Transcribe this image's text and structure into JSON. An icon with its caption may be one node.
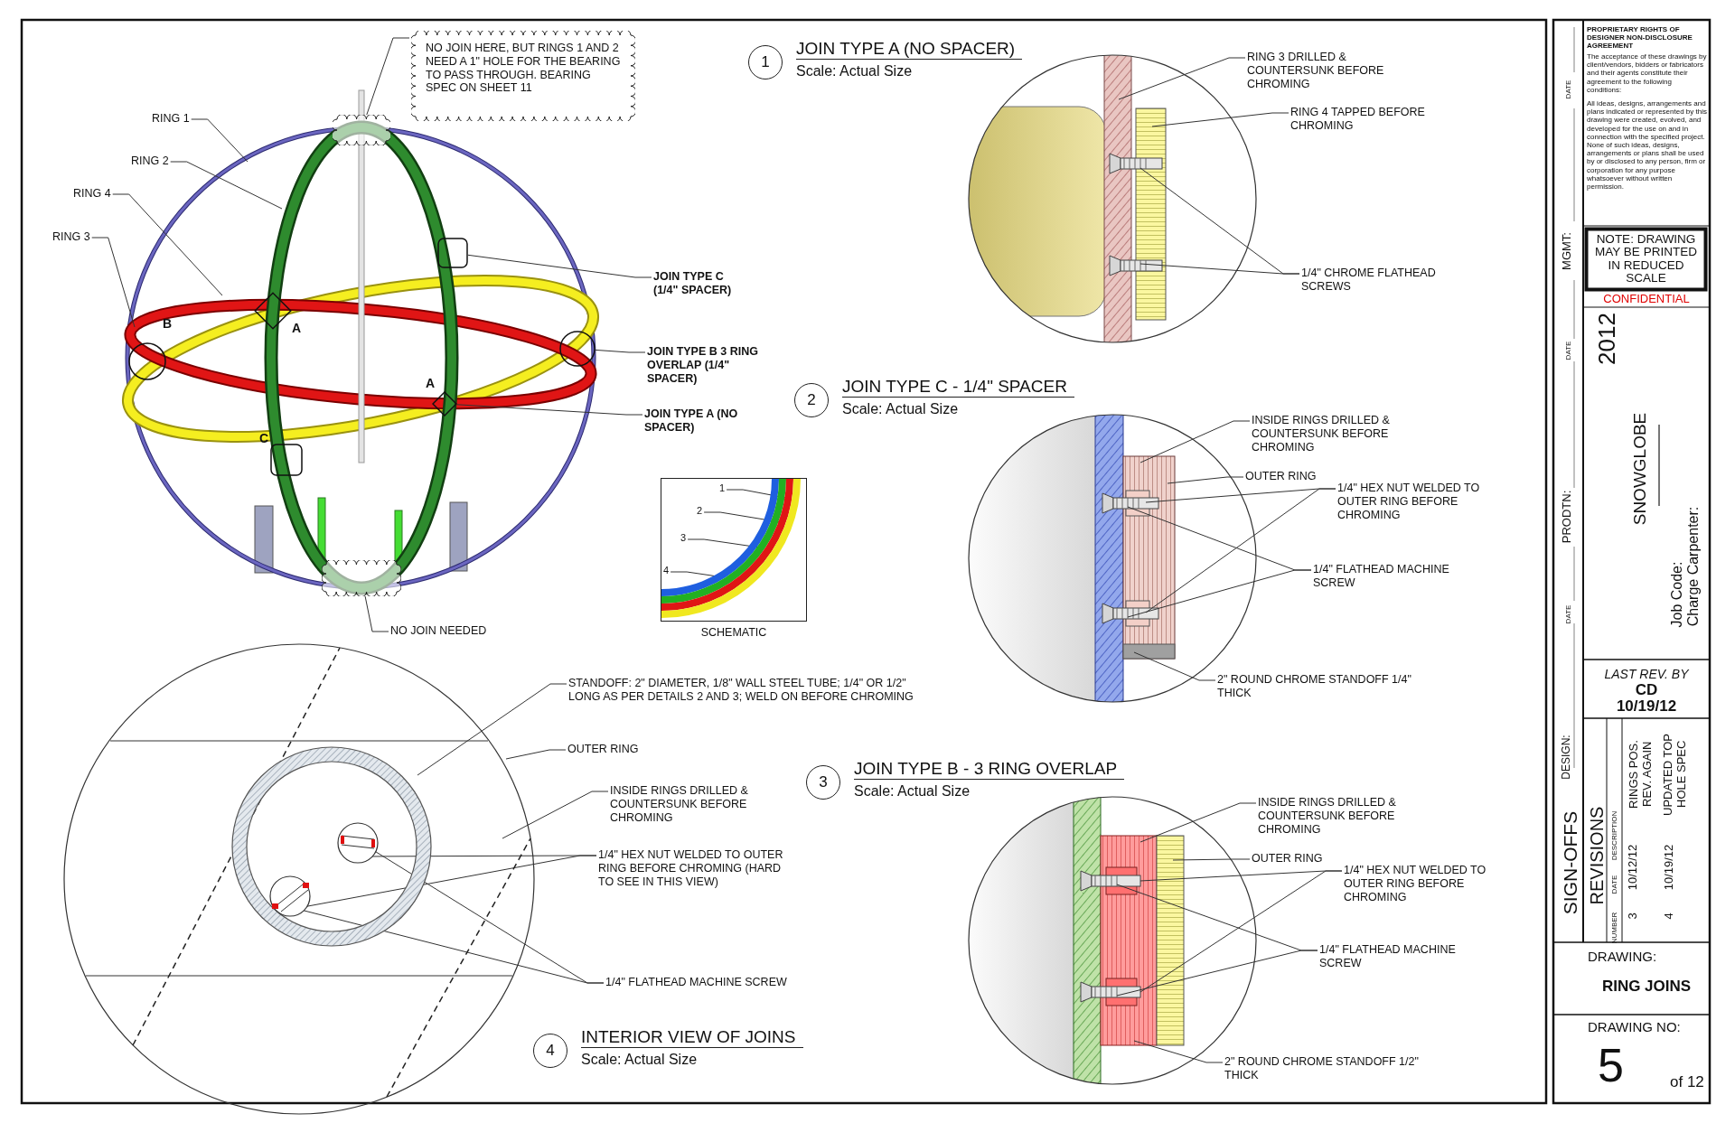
{
  "diagram": {
    "nodes": [
      {
        "text": [
          "RING 1"
        ]
      },
      {
        "text": [
          "RING 2"
        ]
      },
      {
        "text": [
          "RING 4"
        ]
      },
      {
        "text": [
          "RING 3"
        ]
      },
      {
        "text": [
          "NO JOIN HERE, BUT RINGS 1 AND 2 NEED A 1\" HOLE FOR THE BEARING TO PASS THROUGH. BEARING SPEC ON SHEET 11"
        ]
      },
      {
        "text": [],
        "shape": "cloud"
      },
      {
        "text": [
          "JOIN TYPE C (1/4\" SPACER)"
        ]
      },
      {
        "text": [],
        "shape": "box"
      },
      {
        "text": [
          "JOIN TYPE B 3 RING OVERLAP (1/4\" SPACER)"
        ]
      },
      {
        "text": [],
        "shape": "circle"
      },
      {
        "text": [
          "JOIN TYPE A (NO SPACER)"
        ]
      },
      {
        "text": [],
        "shape": "diamond"
      },
      {
        "text": [],
        "shape": "cloud"
      },
      {
        "text": [
          "NO JOIN NEEDED"
        ]
      },
      {
        "text": [
          "1"
        ],
        "beside": [
          "JOIN TYPE A (NO SPACER)",
          "Scale: Actual Size"
        ]
      },
      {
        "text": [
          "RING 3 DRILLED & COUNTERSUNK BEFORE CHROMING"
        ]
      },
      {
        "text": [
          "RING 4 TAPPED BEFORE CHROMING"
        ]
      },
      {
        "text": [
          "1/4\" CHROME FLATHEAD SCREWS"
        ]
      },
      {
        "text": [
          "SCHEMATIC"
        ]
      },
      {
        "text": [
          "1"
        ],
        "in": 18
      },
      {
        "text": [
          "2"
        ],
        "in": 18
      },
      {
        "text": [
          "3"
        ],
        "in": 18
      },
      {
        "text": [
          "4"
        ],
        "in": 18
      },
      {
        "text": [
          "2"
        ],
        "beside": [
          "JOIN TYPE C - 1/4\" SPACER",
          "Scale: Actual Size"
        ]
      },
      {
        "text": [
          "INSIDE RINGS DRILLED & COUNTERSUNK BEFORE CHROMING"
        ]
      },
      {
        "text": [
          "OUTER RING"
        ]
      },
      {
        "text": [
          "1/4\" HEX NUT WELDED TO OUTER RING BEFORE CHROMING"
        ]
      },
      {
        "text": [
          "1/4\" FLATHEAD MACHINE SCREW"
        ]
      },
      {
        "text": [
          "2\" ROUND CHROME STANDOFF 1/4\" THICK"
        ]
      },
      {
        "text": [
          "3"
        ],
        "beside": [
          "JOIN TYPE B - 3 RING OVERLAP",
          "Scale: Actual Size"
        ]
      },
      {
        "text": [
          "INSIDE RINGS DRILLED & COUNTERSUNK BEFORE CHROMING"
        ]
      },
      {
        "text": [
          "OUTER RING"
        ]
      },
      {
        "text": [
          "1/4\" HEX NUT WELDED TO OUTER RING BEFORE CHROMING"
        ]
      },
      {
        "text": [
          "1/4\" FLATHEAD MACHINE SCREW"
        ]
      },
      {
        "text": [
          "2\" ROUND CHROME STANDOFF 1/2\" THICK"
        ]
      },
      {
        "text": [
          "4"
        ],
        "beside": [
          "INTERIOR VIEW OF JOINS",
          "Scale: Actual Size"
        ]
      },
      {
        "text": [
          "STANDOFF: 2\" DIAMETER, 1/8\" WALL STEEL TUBE; 1/4\" OR 1/2\" LONG AS PER DETAILS 2 AND 3; WELD ON BEFORE CHROMING"
        ]
      },
      {
        "text": [
          "OUTER RING"
        ]
      },
      {
        "text": [
          "INSIDE RINGS DRILLED & COUNTERSUNK BEFORE CHROMING"
        ]
      },
      {
        "text": [
          "1/4\" HEX NUT WELDED TO OUTER RING BEFORE CHROMING (HARD TO SEE IN THIS VIEW)"
        ]
      },
      {
        "text": [
          "1/4\" FLATHEAD MACHINE SCREW"
        ]
      },
      {
        "text": [
          "NOTE: DRAWING MAY BE PRINTED IN REDUCED SCALE"
        ]
      },
      {
        "text": [],
        "shape": "picture"
      }
    ],
    "edges": [
      {
        "from": 0,
        "to": null,
        "arrow": "none"
      },
      {
        "from": 1,
        "to": null,
        "arrow": "none"
      },
      {
        "from": 2,
        "to": null,
        "arrow": "none"
      },
      {
        "from": 3,
        "to": null,
        "arrow": "none"
      },
      {
        "from": 4,
        "to": 5,
        "arrow": "none"
      },
      {
        "from": 6,
        "to": 7,
        "arrow": "none"
      },
      {
        "from": 8,
        "to": 9,
        "arrow": "none"
      },
      {
        "from": 10,
        "to": 11,
        "arrow": "none"
      },
      {
        "from": 13,
        "to": 12,
        "arrow": "none"
      },
      {
        "from": 15,
        "to": null,
        "arrow": "none"
      },
      {
        "from": 16,
        "to": null,
        "arrow": "none"
      },
      {
        "from": 17,
        "to": null,
        "arrow": "none"
      },
      {
        "from": 17,
        "to": null,
        "arrow": "none"
      },
      {
        "from": 19,
        "to": null,
        "arrow": "none"
      },
      {
        "from": 20,
        "to": null,
        "arrow": "none"
      },
      {
        "from": 21,
        "to": null,
        "arrow": "none"
      },
      {
        "from": 22,
        "to": null,
        "arrow": "none"
      },
      {
        "from": 24,
        "to": null,
        "arrow": "none"
      },
      {
        "from": 25,
        "to": null,
        "arrow": "none"
      },
      {
        "from": 26,
        "to": null,
        "arrow": "none"
      },
      {
        "from": 26,
        "to": null,
        "arrow": "none"
      },
      {
        "from": 27,
        "to": null,
        "arrow": "none"
      },
      {
        "from": 27,
        "to": null,
        "arrow": "none"
      },
      {
        "from": 28,
        "to": null,
        "arrow": "none"
      },
      {
        "from": 30,
        "to": null,
        "arrow": "none"
      },
      {
        "from": 31,
        "to": null,
        "arrow": "none"
      },
      {
        "from": 32,
        "to": null,
        "arrow": "none"
      },
      {
        "from": 32,
        "to": null,
        "arrow": "none"
      },
      {
        "from": 33,
        "to": null,
        "arrow": "none"
      },
      {
        "from": 33,
        "to": null,
        "arrow": "none"
      },
      {
        "from": 34,
        "to": null,
        "arrow": "none"
      },
      {
        "from": 36,
        "to": 42,
        "arrow": "none"
      },
      {
        "from": 37,
        "to": 42,
        "arrow": "none"
      },
      {
        "from": 38,
        "to": 42,
        "arrow": "none"
      },
      {
        "from": 39,
        "to": 42,
        "arrow": "none"
      },
      {
        "from": 39,
        "to": 42,
        "arrow": "none"
      },
      {
        "from": 40,
        "to": 42,
        "arrow": "none"
      },
      {
        "from": 40,
        "to": 42,
        "arrow": "none"
      }
    ],
    "labels": [
      "B",
      "A",
      "A",
      "C",
      "PROPRIETARY RIGHTS OF DESIGNER NON-DISCLOSURE AGREEMENT",
      "The acceptance of these drawings by client/vendors, bidders or fabricators and their agents constitute their agreement to the following conditions:",
      "All ideas, designs, arrangements and plans indicated or represented by this drawing were created, evolved, and developed for the use on and in connection with the specified project. None of such ideas, designs, arrangements or plans shall be used by or disclosed to any person, firm or corporation for any purpose whatsoever without written permission.",
      "DATE",
      "MGMT:",
      "CONFIDENTIAL",
      "2012",
      "DATE",
      "SNOWGLOBE",
      "PRODTN:",
      "Job Code:",
      "Charge Carpenter:",
      "DATE",
      "LAST REV. BY",
      "CD",
      "10/19/12",
      "DESIGN:",
      "SIGN-OFFS",
      "REVISIONS",
      "NUMBER",
      "DATE",
      "DESCRIPTION",
      "3",
      "10/12/12",
      "RINGS POS. REV. AGAIN",
      "4",
      "10/19/12",
      "UPDATED TOP HOLE SPEC",
      "DRAWING:",
      "RING JOINS",
      "DRAWING NO:",
      "5",
      "of 12"
    ]
  }
}
